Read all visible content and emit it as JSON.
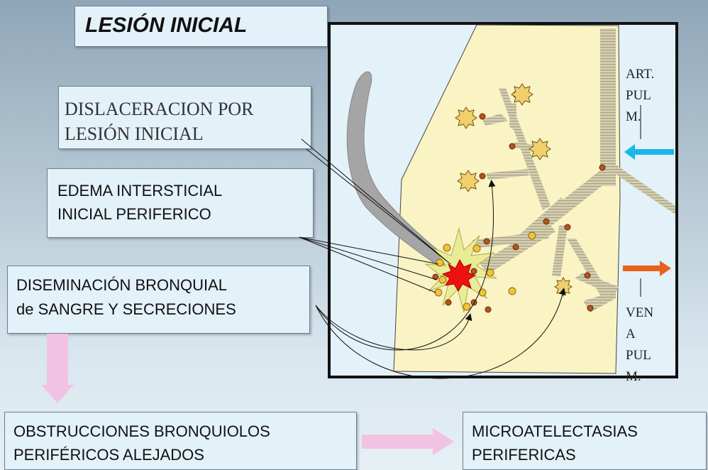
{
  "title": "LESIÓN INICIAL",
  "box_dislaceracion": {
    "line1": "DISLACERACION POR",
    "line2": "LESIÓN INICIAL"
  },
  "box_edema": {
    "line1": "EDEMA INTERSTICIAL",
    "line2": "INICIAL PERIFERICO"
  },
  "box_diseminacion": {
    "line1": "DISEMINACIÓN BRONQUIAL",
    "line2": "de SANGRE Y SECRECIONES"
  },
  "box_obstrucciones": {
    "line1": "OBSTRUCCIONES BRONQUIOLOS",
    "line2": "PERIFÉRICOS  ALEJADOS"
  },
  "box_microatelectasias": {
    "line1": "MICROATELECTASIAS",
    "line2": "PERIFERICAS"
  },
  "label_art": {
    "line1": "ART.",
    "line2": "PUL",
    "line3": "M."
  },
  "label_vena": {
    "line1": "VEN",
    "line2": "A",
    "line3": "PUL",
    "line4": "M."
  },
  "colors": {
    "panel_fill": "#faf3c4",
    "artery_arrow": "#1ab7e8",
    "vein_arrow": "#e8621a",
    "down_arrow": "#f2c2e4",
    "lesion_core": "#ee1111",
    "lesion_burst": "#e8ec96"
  }
}
